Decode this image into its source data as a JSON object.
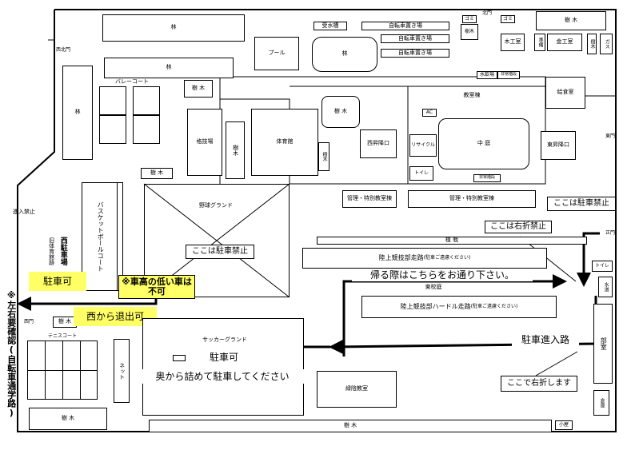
{
  "labels": {
    "forest_top": "林",
    "forest_upper": "林",
    "forest_left": "林",
    "pool_forest": "林",
    "trees": "樹 木",
    "tree_v": "樹木",
    "tree_small": "樹木",
    "north_gate": "北門",
    "north_west_gate": "西北門",
    "east_gate": "東門",
    "east_main_gate": "正門",
    "west_gate": "西門",
    "no_entry": "進入禁止",
    "pool": "プール",
    "water_tank": "受水槽",
    "bike1": "自転車置き場",
    "bike2": "自転車置き場",
    "bike3": "自転車置き場",
    "trash1": "ゴミ",
    "trash2": "ゴミ",
    "woodwork": "木工室",
    "prep": "準備",
    "metalwork": "金工室",
    "gas": "ガス",
    "waterworks": "水道",
    "water_room": "水飲場",
    "emergency_stairs": "非常階段",
    "kitchen": "給食室",
    "classroom": "教室棟",
    "ac": "AC",
    "courtyard": "中 庭",
    "recycle": "リサイクル",
    "toilet": "トイレ",
    "toilet_east": "トイレ",
    "west_stairs": "西昇降口",
    "east_stairs": "東昇降口",
    "gym": "体育館",
    "dojo": "格技場",
    "volleyball": "バレーコート",
    "baseball": "野球グランド",
    "admin1": "管理・特別教室棟",
    "admin2": "管理・特別教室棟",
    "planting": "植 栽",
    "track": "陸上競技部走路",
    "track_note": "(駐車ご遠慮ください)",
    "east_yard": "東校庭",
    "hurdle": "陸上競技部ハードル走路",
    "hurdle_note": "(駐車ご遠慮ください)",
    "basketball": "バスケットボールコート",
    "old_gym_lot": "旧体育館跡",
    "west_lot": "西駐車場",
    "tennis": "テニスコート",
    "net": "ネット",
    "soccer": "サッカーグランド",
    "green_room": "緑陰教室",
    "club_room": "部室",
    "storage": "倉庫",
    "hut": "小屋"
  },
  "notes": {
    "no_parking_east": "ここは駐車禁止",
    "no_parking_baseball": "ここは駐車禁止",
    "no_right_turn": "ここは右折禁止",
    "parking_ok_west": "駐車可",
    "low_car": "※車高の低い車は不可",
    "exit_west": "西から退出可",
    "return_route": "帰る際はこちらをお通り下さい。",
    "entry_route": "駐車進入路",
    "right_turn_here": "ここで右折します",
    "parking_ok_soccer": "駐車可",
    "park_from_back": "奥から詰めて駐車してください",
    "left_side_note": "※左右要確認(自転車通学路)"
  },
  "colors": {
    "highlight": "#ffff66",
    "line": "#000000"
  }
}
